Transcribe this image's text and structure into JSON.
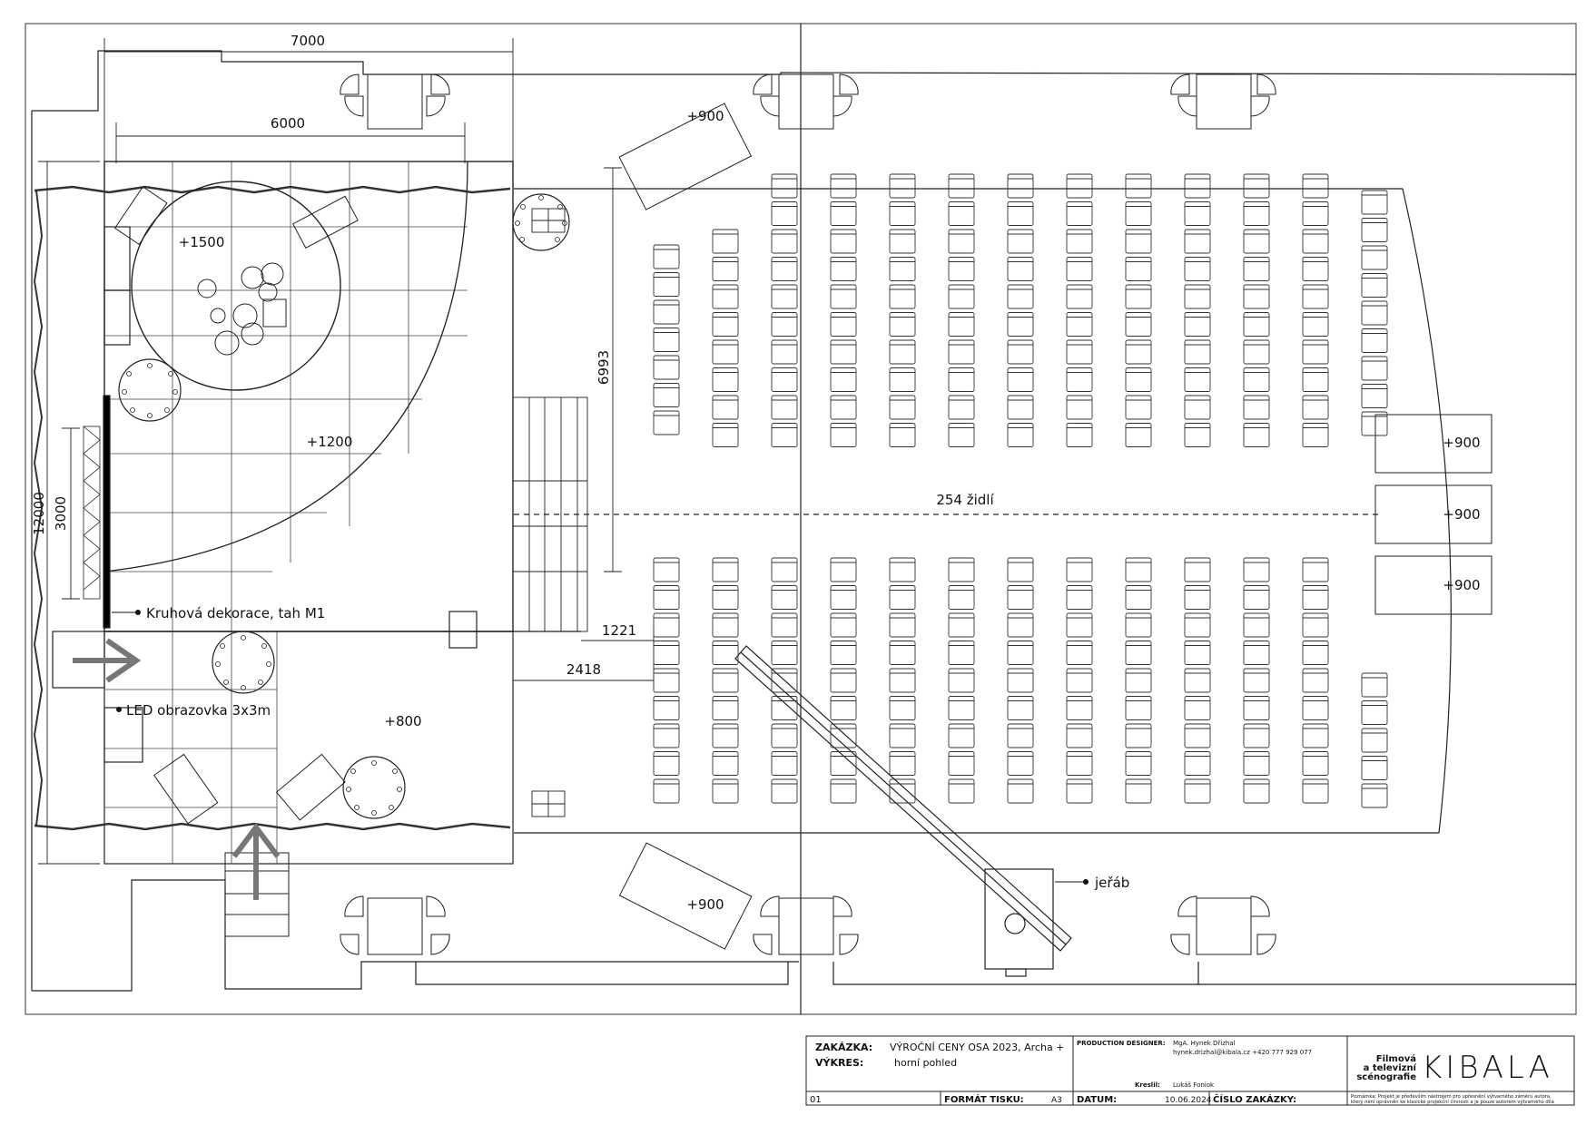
{
  "dimensions": {
    "width_7000": "7000",
    "width_6000": "6000",
    "depth_6993": "6993",
    "height_12000": "12000",
    "height_3000": "3000",
    "gap_1221": "1221",
    "gap_2418": "2418"
  },
  "levels": {
    "drum_riser": "+1500",
    "main_stage": "+1200",
    "front_stage": "+800",
    "camera_top": "+900",
    "camera_bottom": "+900",
    "camera_right_1": "+900",
    "camera_right_2": "+900",
    "camera_right_3": "+900"
  },
  "annotations": {
    "circular_decoration": "Kruhová dekorace, tah M1",
    "led_screen": "LED obrazovka 3x3m",
    "chairs_count": "254 židlí",
    "crane": "jeřáb"
  },
  "title_block": {
    "zakazka_label": "ZAKÁZKA:",
    "zakazka_value": "VÝROČNÍ CENY OSA 2023, Archa +",
    "vykres_label": "VÝKRES:",
    "vykres_value": "horní pohled",
    "sheet_no": "01",
    "format_label": "FORMÁT TISKU:",
    "format_value": "A3",
    "designer_label": "PRODUCTION DESIGNER:",
    "designer_name": "MgA. Hynek Dřízhal",
    "designer_contact": "hynek.drizhal@kibala.cz  +420 777 929 077",
    "drawn_label": "Kreslil:",
    "drawn_name": "Lukáš Foniok",
    "date_label": "DATUM:",
    "date_value": "10.06.2024",
    "order_label": "ČÍSLO ZAKÁZKY:",
    "studio_line1": "Filmová",
    "studio_line2": "a televizní",
    "studio_line3": "scénografie",
    "logo": "KIBALA",
    "note_line1": "Poznámka: Projekt je především nástrojem pro upřesnění výtvarného záměru autora,",
    "note_line2": "který není oprávněn ke klasické projekční činnosti a je pouze autorem výtvarného díla"
  }
}
